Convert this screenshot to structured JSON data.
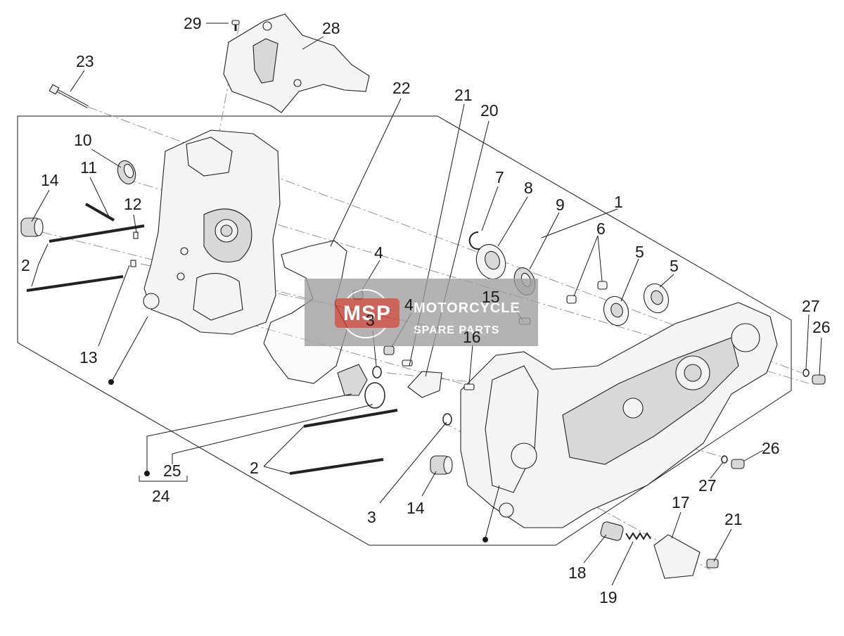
{
  "callouts": {
    "c1": "1",
    "c2a": "2",
    "c2b": "2",
    "c3a": "3",
    "c3b": "3",
    "c4a": "4",
    "c4b": "4",
    "c5a": "5",
    "c5b": "5",
    "c6": "6",
    "c7": "7",
    "c8": "8",
    "c9": "9",
    "c10": "10",
    "c11": "11",
    "c12": "12",
    "c13": "13",
    "c14a": "14",
    "c14b": "14",
    "c15": "15",
    "c16": "16",
    "c17": "17",
    "c18": "18",
    "c19": "19",
    "c20": "20",
    "c21a": "21",
    "c21b": "21",
    "c22": "22",
    "c23": "23",
    "c24": "24",
    "c25": "25",
    "c26a": "26",
    "c26b": "26",
    "c27a": "27",
    "c27b": "27",
    "c28": "28",
    "c29": "29"
  },
  "watermark": {
    "badge": "MSP",
    "line1": "MOTORCYCLE",
    "line2": "SPARE PARTS"
  },
  "colors": {
    "watermark_bg": "#9e9e9e",
    "watermark_red": "#c0392b",
    "ink": "#1a1a1a"
  }
}
